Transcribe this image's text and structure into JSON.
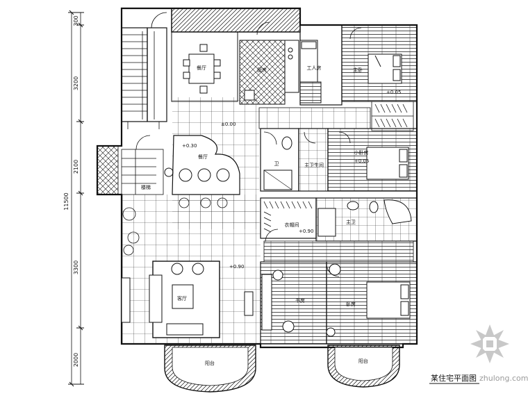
{
  "plan": {
    "caption": "某住宅平面图",
    "dimensions": [
      "300",
      "3200",
      "2100",
      "3300",
      "2000"
    ],
    "overall_dimension": "11500",
    "levels": {
      "dining": "±0.00",
      "bay_step": "+0.30",
      "bedroom_top": "+0.05",
      "bedroom_mid": "+0.05",
      "dressing": "+0.90",
      "living": "+0.90"
    },
    "rooms": {
      "dining": "餐厅",
      "kitchen": "厨房",
      "maid": "工人房",
      "master_bed": "主卧",
      "bay": "餐厅",
      "stair": "楼梯",
      "small_bed": "小卧房",
      "bath1": "卫",
      "bath2": "主卫生间",
      "dressing": "衣帽间",
      "bath3": "主卫",
      "living": "客厅",
      "study": "书房",
      "bed2": "卧房",
      "balcony_l": "阳台",
      "balcony_r": "阳台"
    }
  },
  "watermark": {
    "text": "zhulong.com"
  }
}
